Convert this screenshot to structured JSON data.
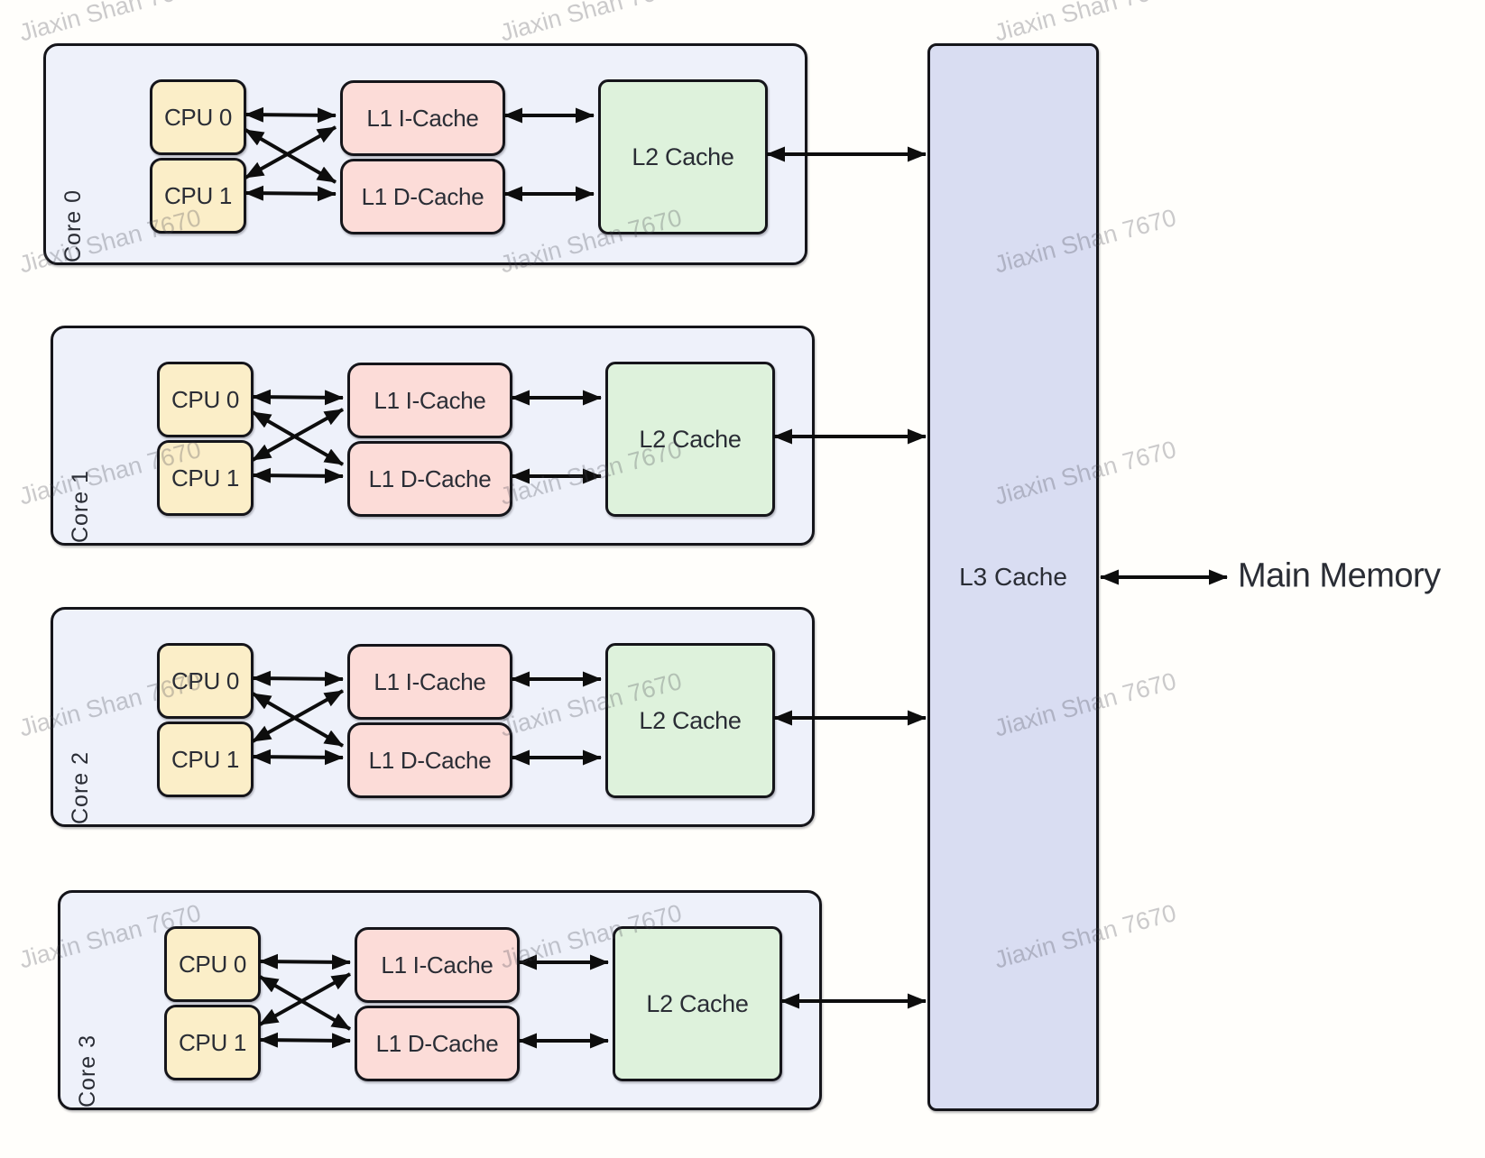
{
  "watermark": {
    "text": "Jiaxin Shan 7670"
  },
  "colors": {
    "background": "#fffefb",
    "core_bg": "#eef1fa",
    "cpu_fill": "#fbeec8",
    "l1_fill": "#fcdcd8",
    "l2_fill": "#def2dc",
    "l3_fill": "#d9ddf2",
    "stroke": "#15151a",
    "text": "#2a2d35",
    "arrow": "#0d0d0d",
    "watermark_color": "rgba(70,70,80,0.28)"
  },
  "cores": [
    {
      "label": "Core 0",
      "cpu0_label": "CPU 0",
      "cpu1_label": "CPU 1",
      "l1i_label": "L1 I-Cache",
      "l1d_label": "L1 D-Cache",
      "l2_label": "L2 Cache"
    },
    {
      "label": "Core 1",
      "cpu0_label": "CPU 0",
      "cpu1_label": "CPU 1",
      "l1i_label": "L1 I-Cache",
      "l1d_label": "L1 D-Cache",
      "l2_label": "L2 Cache"
    },
    {
      "label": "Core 2",
      "cpu0_label": "CPU 0",
      "cpu1_label": "CPU 1",
      "l1i_label": "L1 I-Cache",
      "l1d_label": "L1 D-Cache",
      "l2_label": "L2 Cache"
    },
    {
      "label": "Core 3",
      "cpu0_label": "CPU 0",
      "cpu1_label": "CPU 1",
      "l1i_label": "L1 I-Cache",
      "l1d_label": "L1 D-Cache",
      "l2_label": "L2 Cache"
    }
  ],
  "l3_label": "L3 Cache",
  "main_memory_label": "Main Memory"
}
